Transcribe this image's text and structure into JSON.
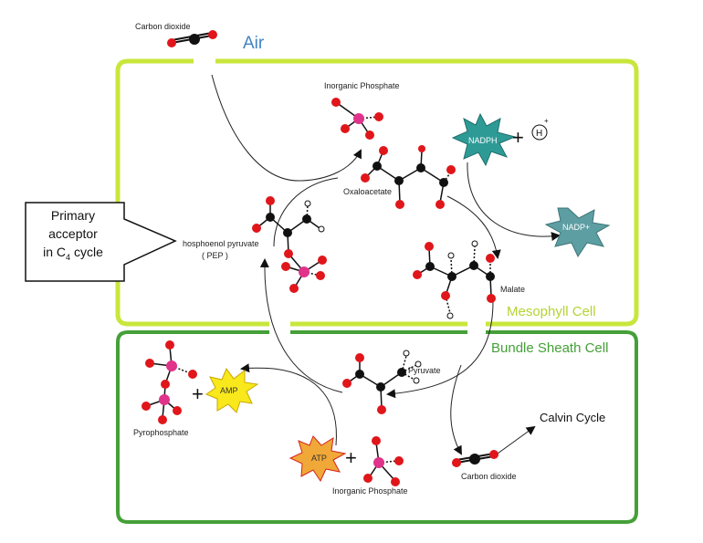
{
  "regions": {
    "air": "Air",
    "mesophyll": "Mesophyll Cell",
    "bundle_sheath": "Bundle Sheath Cell"
  },
  "molecules": {
    "co2_top": "Carbon dioxide",
    "pi_top": "Inorganic Phosphate",
    "oxaloacetate": "Oxaloacetate",
    "pep_name": "hosphoenol pyruvate",
    "pep_abbr": "( PEP )",
    "malate": "Malate",
    "pyruvate": "Pyruvate",
    "pyrophosphate": "Pyrophosphate",
    "pi_bottom": "Inorganic Phosphate",
    "co2_bottom": "Carbon dioxide",
    "calvin": "Calvin Cycle"
  },
  "cofactors": {
    "nadph": "NADPH",
    "nadp": "NADP+",
    "h": "H",
    "h_charge": "+",
    "plus": "+",
    "amp": "AMP",
    "atp": "ATP"
  },
  "acceptor_label": {
    "line1": "Primary",
    "line2": "acceptor",
    "line3_prefix": "in C",
    "line3_sub": "4",
    "line3_suffix": " cycle"
  },
  "colors": {
    "mesophyll_border": "#c8e63c",
    "mesophyll_text": "#b5d334",
    "bundle_border": "#45a038",
    "bundle_text": "#45a038",
    "air_text": "#3f84c4",
    "oxygen": "#e0161b",
    "carbon": "#111111",
    "phosphorus": "#e0338a",
    "nadph": "#2e9a96",
    "nadp": "#5d9ea2",
    "amp": "#f8e81c",
    "atp": "#f0a838"
  }
}
